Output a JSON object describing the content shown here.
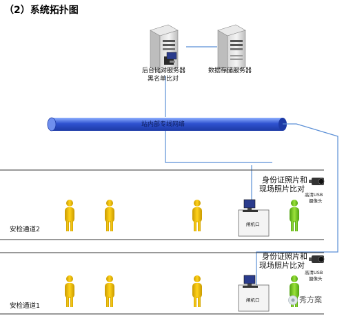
{
  "title": "（2）系统拓扑图",
  "servers": {
    "backend_label_1": "后台比对服务器",
    "backend_label_2": "黑名单比对",
    "storage_label": "数据存储服务器"
  },
  "network_label": "站内部专线网络",
  "lanes": [
    {
      "name": "安检通道2",
      "compare_line_1": "身份证照片和",
      "compare_line_2": "现场照片比对",
      "camera_line_1": "高清USB",
      "camera_line_2": "摄像头",
      "gate_label": "闸机口"
    },
    {
      "name": "安检通道1",
      "compare_line_1": "身份证照片和",
      "compare_line_2": "现场照片比对",
      "camera_line_1": "高清USB",
      "camera_line_2": "摄像头",
      "gate_label": "闸机口"
    }
  ],
  "watermark": "秀方案",
  "colors": {
    "network_pipe": "#3b5bd6",
    "connector": "#5b8fd6",
    "person_waiting": "#f2c200",
    "person_passed": "#7fd321",
    "lane_line": "#333333"
  }
}
